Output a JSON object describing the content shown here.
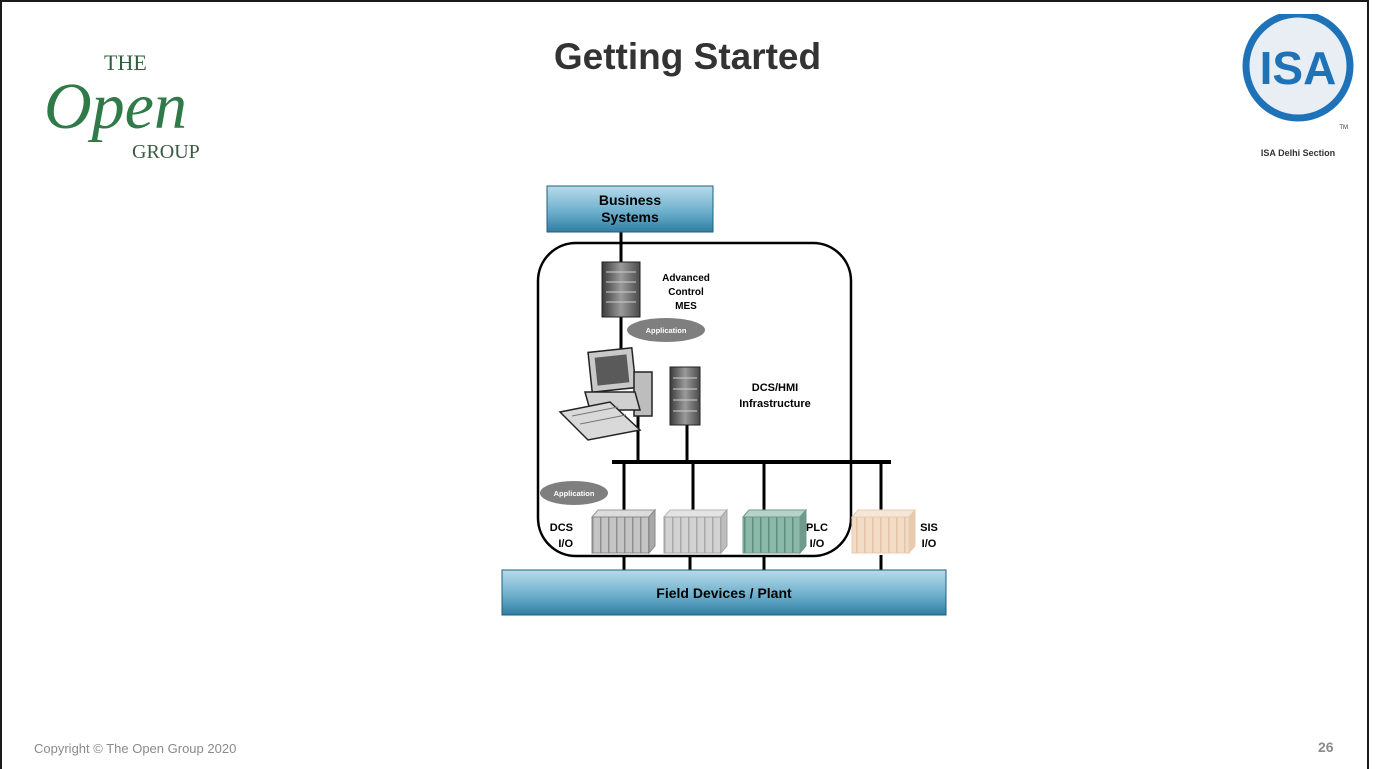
{
  "slide": {
    "title": "Getting Started",
    "copyright": "Copyright © The Open Group 2020",
    "page_number": "26"
  },
  "logos": {
    "left": {
      "line1": "THE",
      "line2": "Open",
      "line3": "GROUP"
    },
    "right": {
      "mark": "ISA",
      "tm": "TM",
      "caption": "ISA Delhi Section"
    }
  },
  "diagram": {
    "business_systems": {
      "line1": "Business",
      "line2": "Systems"
    },
    "advanced_control": {
      "line1": "Advanced",
      "line2": "Control",
      "line3": "MES"
    },
    "application_top": "Application",
    "application_bottom": "Application",
    "dcs_hmi": {
      "line1": "DCS/HMI",
      "line2": "Infrastructure"
    },
    "dcs_io": {
      "line1": "DCS",
      "line2": "I/O"
    },
    "plc_io": {
      "line1": "PLC",
      "line2": "I/O"
    },
    "sis_io": {
      "line1": "SIS",
      "line2": "I/O"
    },
    "field_devices": "Field Devices / Plant"
  },
  "colors": {
    "box_top": "#9ccbe0",
    "box_bottom": "#2e7a9e",
    "ellipse": "#7f7f7f",
    "title": "#333333",
    "isa_blue": "#1e73b8"
  }
}
